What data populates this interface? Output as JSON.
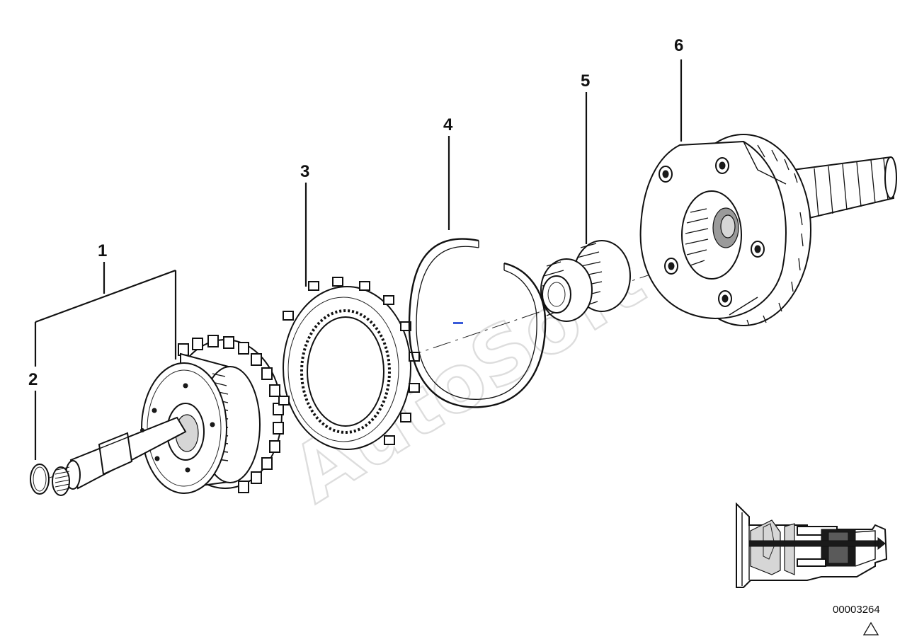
{
  "callouts": [
    {
      "id": "1",
      "label": "1"
    },
    {
      "id": "2",
      "label": "2"
    },
    {
      "id": "3",
      "label": "3"
    },
    {
      "id": "4",
      "label": "4"
    },
    {
      "id": "5",
      "label": "5"
    },
    {
      "id": "6",
      "label": "6"
    }
  ],
  "watermark": "AutoSoft",
  "document_number": "00003264",
  "colors": {
    "line": "#111111",
    "background": "#ffffff",
    "watermark": "#c8c8c8",
    "accent_mark": "#3a5bd9"
  },
  "icons": {
    "revision_marker": "triangle-icon"
  }
}
